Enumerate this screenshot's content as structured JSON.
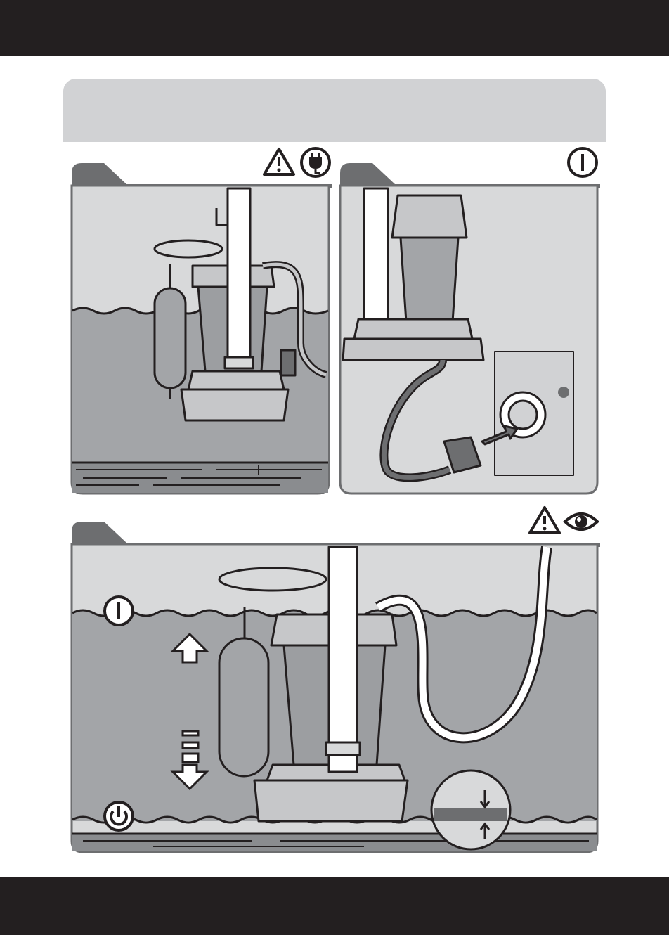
{
  "page": {
    "header_box_text": "",
    "colors": {
      "bars": "#231f20",
      "header_box": "#d1d2d4",
      "panel_bg": "#d8d9da",
      "water": "#9c9ea1",
      "outline": "#231f20",
      "tab": "#6d6e70"
    }
  },
  "panels": [
    {
      "id": "step-1",
      "tab_label": "",
      "icons": [
        "warning-triangle-icon",
        "power-plug-icon"
      ]
    },
    {
      "id": "step-2",
      "tab_label": "",
      "icons": [
        "power-on-icon"
      ]
    },
    {
      "id": "step-3",
      "tab_label": "",
      "icons": [
        "warning-triangle-icon",
        "eye-icon"
      ],
      "level_icons": [
        "power-on-icon",
        "standby-power-icon"
      ]
    }
  ]
}
